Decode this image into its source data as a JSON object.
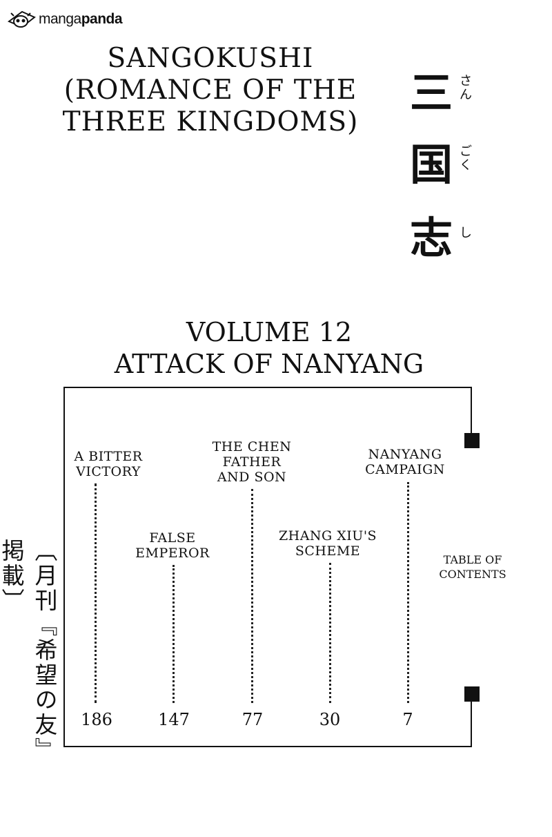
{
  "logo": {
    "text_light": "manga",
    "text_bold": "panda"
  },
  "title": {
    "line1": "SANGOKUSHI",
    "line2": "(ROMANCE OF THE",
    "line3": "THREE KINGDOMS)"
  },
  "kanji": [
    {
      "char": "三",
      "furigana": "さん"
    },
    {
      "char": "国",
      "furigana": "ごく"
    },
    {
      "char": "志",
      "furigana": "し"
    }
  ],
  "volume": {
    "line1": "VOLUME 12",
    "line2": "ATTACK OF NANYANG"
  },
  "toc": {
    "label_line1": "TABLE OF",
    "label_line2": "CONTENTS",
    "chapters": [
      {
        "lines": [
          "A BITTER",
          "VICTORY"
        ],
        "page": "186"
      },
      {
        "lines": [
          "FALSE",
          "EMPEROR"
        ],
        "page": "147"
      },
      {
        "lines": [
          "THE CHEN",
          "FATHER",
          "AND SON"
        ],
        "page": "77"
      },
      {
        "lines": [
          "ZHANG XIU'S",
          "SCHEME"
        ],
        "page": "30"
      },
      {
        "lines": [
          "NANYANG",
          "CAMPAIGN"
        ],
        "page": "7"
      }
    ]
  },
  "publication": "〔月刊『希望の友』掲載〕"
}
